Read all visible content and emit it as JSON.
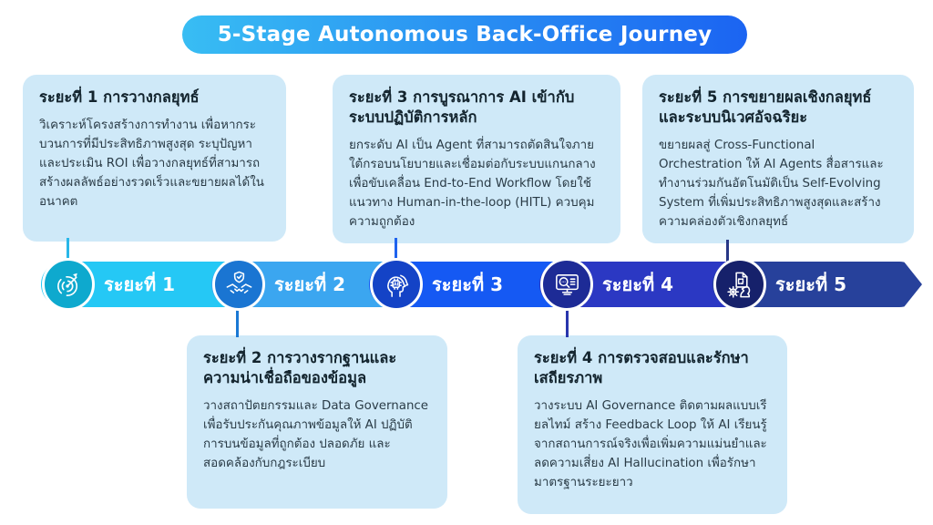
{
  "header": {
    "title": "5-Stage Autonomous Back-Office Journey",
    "gradient_from": "#38bdf3",
    "gradient_to": "#1b64f2"
  },
  "colors": {
    "background": "#ffffff",
    "card_bg": "#cfe9f8",
    "card_title_text": "#13242e",
    "card_body_text": "#2a3b46",
    "bar_label_text": "#ffffff"
  },
  "icons": {
    "ai_chip_text": "AI"
  },
  "stages": [
    {
      "label": "ระยะที่ 1",
      "icon": "target-dart-icon",
      "bar_color": "#25c8f5",
      "circle_color": "#0ea9ce",
      "connector_color": "#29b7e8",
      "card": {
        "title": "ระยะที่ 1 การวางกลยุทธ์",
        "body": "วิเคราะห์โครงสร้างการทำงาน เพื่อหากระบวนการที่มีประสิทธิภาพสูงสุด ระบุปัญหาและประเมิน ROI เพื่อวางกลยุทธ์ที่สามารถสร้างผลลัพธ์อย่างรวดเร็วและขยายผลได้ในอนาคต"
      }
    },
    {
      "label": "ระยะที่ 2",
      "icon": "shield-handshake-icon",
      "bar_color": "#3ba6f0",
      "circle_color": "#1a75d2",
      "connector_color": "#1a78d4",
      "card": {
        "title": "ระยะที่ 2 การวางรากฐานและความน่าเชื่อถือของข้อมูล",
        "body": "วางสถาปัตยกรรมและ Data Governance เพื่อรับประกันคุณภาพข้อมูลให้ AI ปฏิบัติการบนข้อมูลที่ถูกต้อง ปลอดภัย และสอดคล้องกับกฎระเบียบ"
      }
    },
    {
      "label": "ระยะที่ 3",
      "icon": "ai-head-icon",
      "bar_color": "#1559f3",
      "circle_color": "#1443c6",
      "connector_color": "#1f63ee",
      "card": {
        "title": "ระยะที่ 3 การบูรณาการ AI เข้ากับระบบปฏิบัติการหลัก",
        "body": "ยกระดับ AI เป็น Agent ที่สามารถตัดสินใจภายใต้กรอบนโยบายและเชื่อมต่อกับระบบแกนกลางเพื่อขับเคลื่อน End-to-End Workflow โดยใช้แนวทาง Human-in-the-loop (HITL) ควบคุมความถูกต้อง"
      }
    },
    {
      "label": "ระยะที่ 4",
      "icon": "monitor-audit-icon",
      "bar_color": "#2b38c3",
      "circle_color": "#1d2b96",
      "connector_color": "#2936ad",
      "card": {
        "title": "ระยะที่ 4 การตรวจสอบและรักษาเสถียรภาพ",
        "body": "วางระบบ AI Governance ติดตามผลแบบเรียลไทม์ สร้าง Feedback Loop ให้ AI เรียนรู้จากสถานการณ์จริงเพื่อเพิ่มความแม่นยำและลดความเสี่ยง AI Hallucination เพื่อรักษามาตรฐานระยะยาว"
      }
    },
    {
      "label": "ระยะที่ 5",
      "icon": "strategy-gear-knight-icon",
      "bar_color": "#27419b",
      "circle_color": "#16216b",
      "connector_color": "#273786",
      "card": {
        "title": "ระยะที่ 5 การขยายผลเชิงกลยุทธ์และระบบนิเวศอัจฉริยะ",
        "body": "ขยายผลสู่ Cross-Functional Orchestration ให้ AI Agents สื่อสารและทำงานร่วมกันอัตโนมัติเป็น Self-Evolving System ที่เพิ่มประสิทธิภาพสูงสุดและสร้างความคล่องตัวเชิงกลยุทธ์"
      }
    }
  ]
}
